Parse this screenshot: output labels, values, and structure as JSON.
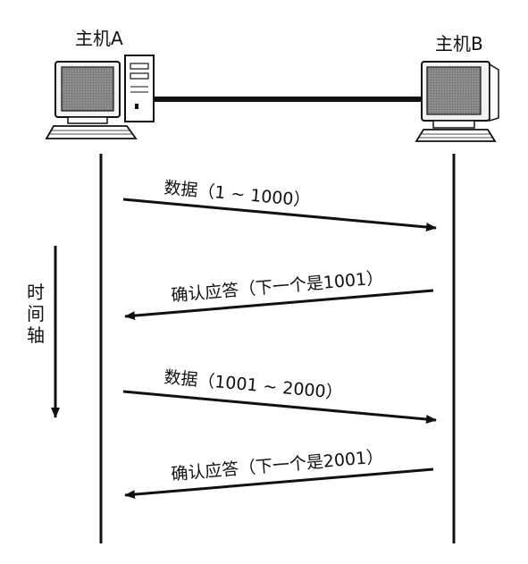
{
  "hosts": {
    "a": {
      "label": "主机A"
    },
    "b": {
      "label": "主机B"
    }
  },
  "time_axis": {
    "label": [
      "时",
      "间",
      "轴"
    ]
  },
  "messages": [
    {
      "label": "数据（1 ~ 1000）",
      "direction": "A-to-B"
    },
    {
      "label": "确认应答（下一个是1001）",
      "direction": "B-to-A"
    },
    {
      "label": "数据（1001 ~ 2000）",
      "direction": "A-to-B"
    },
    {
      "label": "确认应答（下一个是2001）",
      "direction": "B-to-A"
    }
  ],
  "colors": {
    "line": "#111111",
    "screen": "#8a8a8a",
    "monitor_frame": "#f2f2f2"
  }
}
